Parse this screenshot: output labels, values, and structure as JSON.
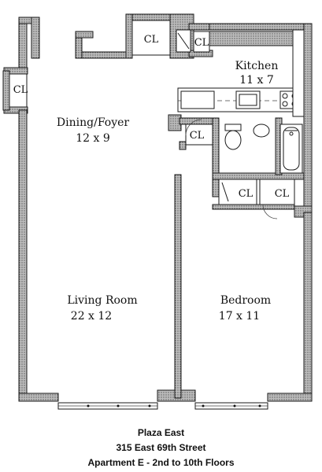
{
  "rooms": {
    "dining": {
      "name": "Dining/Foyer",
      "dims": "12 x 9"
    },
    "kitchen": {
      "name": "Kitchen",
      "dims": "11 x 7"
    },
    "living": {
      "name": "Living Room",
      "dims": "22 x 12"
    },
    "bedroom": {
      "name": "Bedroom",
      "dims": "17 x 11"
    }
  },
  "closet_label": "CL",
  "footer": {
    "building": "Plaza East",
    "address": "315 East 69th Street",
    "unit": "Apartment E - 2nd to 10th Floors"
  }
}
